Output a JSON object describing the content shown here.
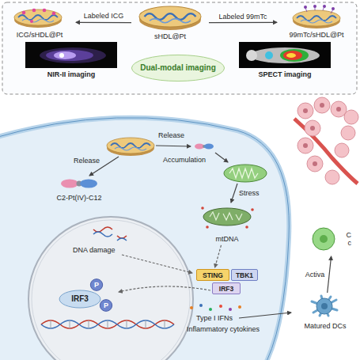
{
  "diagram": {
    "nodes": [
      {
        "text": [
          "sHDL@Pt"
        ]
      },
      {
        "text": [
          "ICG/sHDL@Pt"
        ]
      },
      {
        "text": [
          "99mTc/sHDL@Pt"
        ]
      },
      {
        "text": [
          "NIR-II imaging"
        ]
      },
      {
        "text": [
          "Dual-modal imaging"
        ]
      },
      {
        "text": [
          "SPECT imaging"
        ]
      },
      {
        "text": [
          "C2-Pt(IV)-C12"
        ]
      },
      {
        "text": [
          "mtDNA"
        ]
      },
      {
        "text": [
          "STING"
        ]
      },
      {
        "text": [
          "TBK1"
        ]
      },
      {
        "text": [
          "IRF3"
        ]
      },
      {
        "text": [
          "IRF3"
        ]
      },
      {
        "text": [
          "P"
        ]
      },
      {
        "text": [
          "P"
        ]
      },
      {
        "text": [
          "Matured DCs"
        ]
      },
      {
        "text": [
          "C",
          "c"
        ]
      }
    ],
    "edges": [
      {
        "from": 0,
        "to": 1,
        "label": "Labeled ICG",
        "arrow": "to"
      },
      {
        "from": 0,
        "to": 2,
        "label": "Labeled 99mTc",
        "arrow": "to"
      },
      {
        "from": 7,
        "to": 8,
        "arrow": "to"
      },
      {
        "from": 14,
        "to": 15,
        "label": "Activa",
        "arrow": "to"
      }
    ],
    "labels": [
      "Release",
      "Release",
      "Accumulation",
      "Stress",
      "DNA damage",
      "Type I IFNs",
      "Inflammatory cytokines"
    ]
  }
}
